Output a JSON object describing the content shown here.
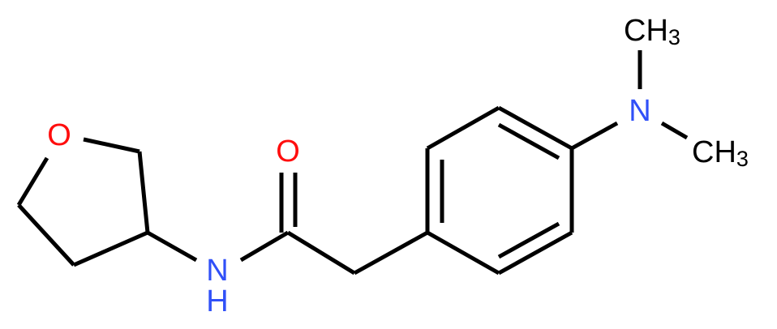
{
  "molecule": {
    "atoms": {
      "ring_oxygen": "O",
      "amide_nitrogen": "N",
      "amide_hydrogen": "H",
      "carbonyl_oxygen": "O",
      "amine_nitrogen": "N",
      "methyl_top": {
        "main": "CH",
        "sub": "3"
      },
      "methyl_right": {
        "main": "CH",
        "sub": "3"
      }
    },
    "colors": {
      "oxygen": "#ff0d0d",
      "nitrogen": "#3050f8",
      "bond": "#000000"
    }
  }
}
